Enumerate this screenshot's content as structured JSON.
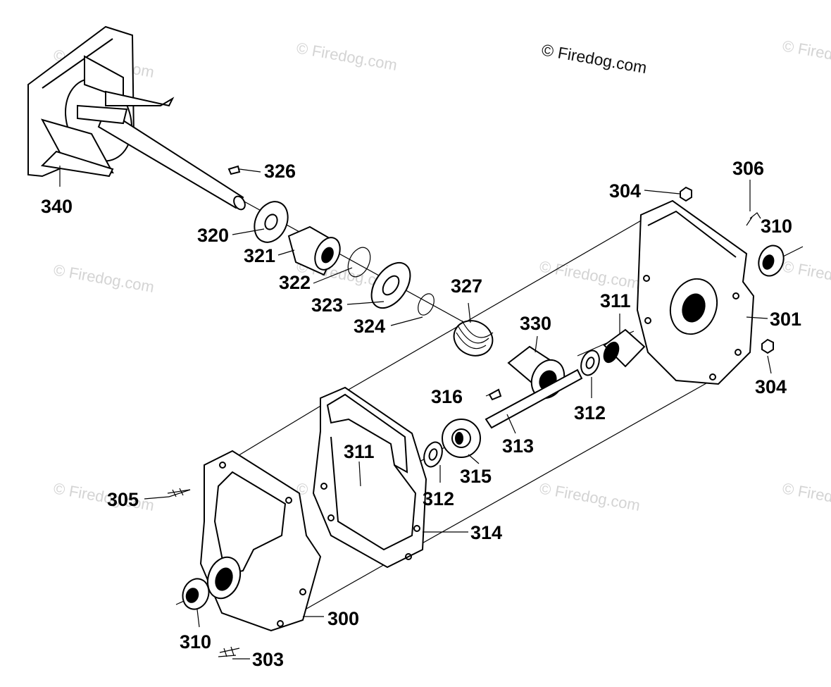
{
  "copyright": "© Firedog.com",
  "watermark": "© Firedog.com",
  "parts": {
    "p300": "300",
    "p301": "301",
    "p303": "303",
    "p304a": "304",
    "p304b": "304",
    "p305": "305",
    "p306": "306",
    "p310a": "310",
    "p310b": "310",
    "p311a": "311",
    "p311b": "311",
    "p312a": "312",
    "p312b": "312",
    "p313": "313",
    "p314": "314",
    "p315": "315",
    "p316": "316",
    "p320": "320",
    "p321": "321",
    "p322": "322",
    "p323": "323",
    "p324": "324",
    "p326": "326",
    "p327": "327",
    "p330": "330",
    "p340": "340"
  },
  "colors": {
    "line": "#000000",
    "watermark": "#d4d4d4",
    "background": "#ffffff"
  }
}
